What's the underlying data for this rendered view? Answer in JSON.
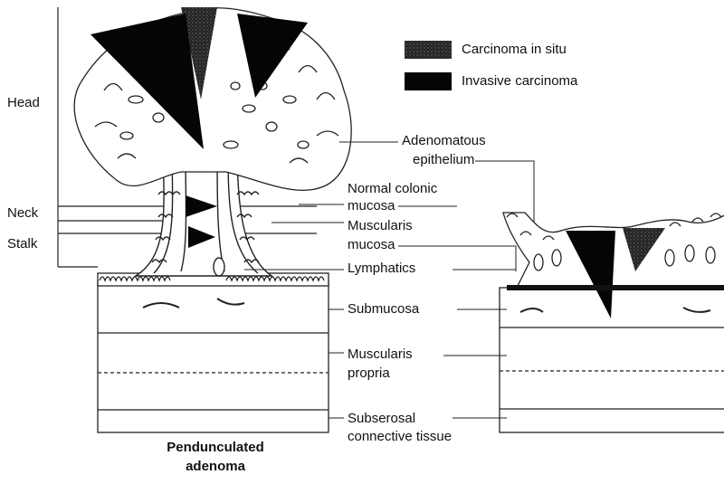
{
  "legend": {
    "items": [
      {
        "label": "Carcinoma in situ",
        "color": "#1a1a1a",
        "pattern": "stippled-dark"
      },
      {
        "label": "Invasive carcinoma",
        "color": "#050505",
        "pattern": "solid-black"
      }
    ]
  },
  "left_labels": {
    "head": "Head",
    "neck": "Neck",
    "stalk": "Stalk"
  },
  "center_labels": {
    "adenomatous_1": "Adenomatous",
    "adenomatous_2": "epithelium",
    "normal_1": "Normal colonic",
    "normal_2": "mucosa",
    "muscularis_1": "Muscularis",
    "muscularis_2": "mucosa",
    "lymphatics": "Lymphatics",
    "submucosa": "Submucosa",
    "propria_1": "Muscularis",
    "propria_2": "propria",
    "subserosal_1": "Subserosal",
    "subserosal_2": "connective tissue"
  },
  "caption": {
    "line1": "Penduncu­lated",
    "line2": "adenoma"
  }
}
